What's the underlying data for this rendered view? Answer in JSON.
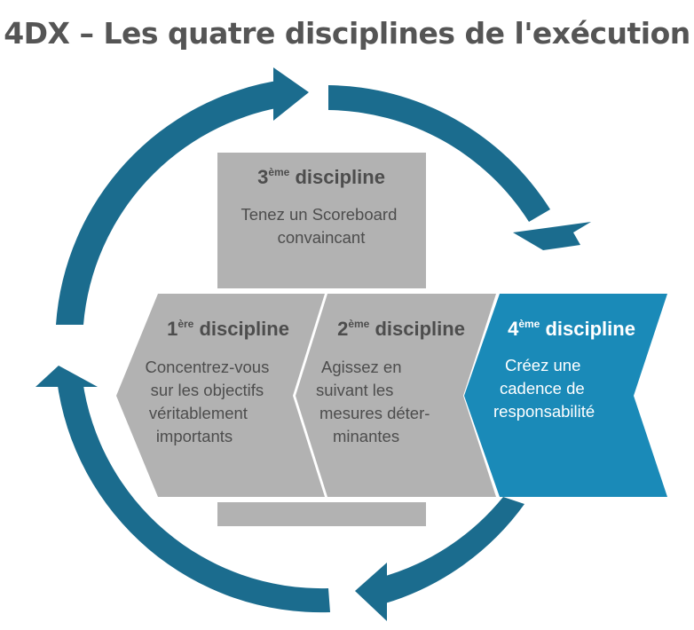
{
  "title": "4DX – Les quatre disciplines de l'exécution",
  "colors": {
    "arrow": "#1b6c8e",
    "gray_box": "#b2b2b2",
    "accent_box": "#1a8ab8",
    "dark_text": "#4d4d4d",
    "light_text": "#ffffff"
  },
  "disciplines": {
    "d1": {
      "num": "1",
      "sup": "ère",
      "word": " discipline",
      "lines": [
        "Concentrez-vous",
        "sur les objectifs",
        "véritablement",
        "importants"
      ]
    },
    "d2": {
      "num": "2",
      "sup": "ème",
      "word": " discipline",
      "lines": [
        "Agissez en",
        "suivant les",
        "mesures déter-",
        "minantes"
      ]
    },
    "d3": {
      "num": "3",
      "sup": "ème",
      "word": " discipline",
      "lines": [
        "Tenez un Scoreboard",
        "convaincant"
      ]
    },
    "d4": {
      "num": "4",
      "sup": "ème",
      "word": " discipline",
      "lines": [
        "Créez une",
        "cadence de",
        "responsabilité"
      ]
    }
  }
}
